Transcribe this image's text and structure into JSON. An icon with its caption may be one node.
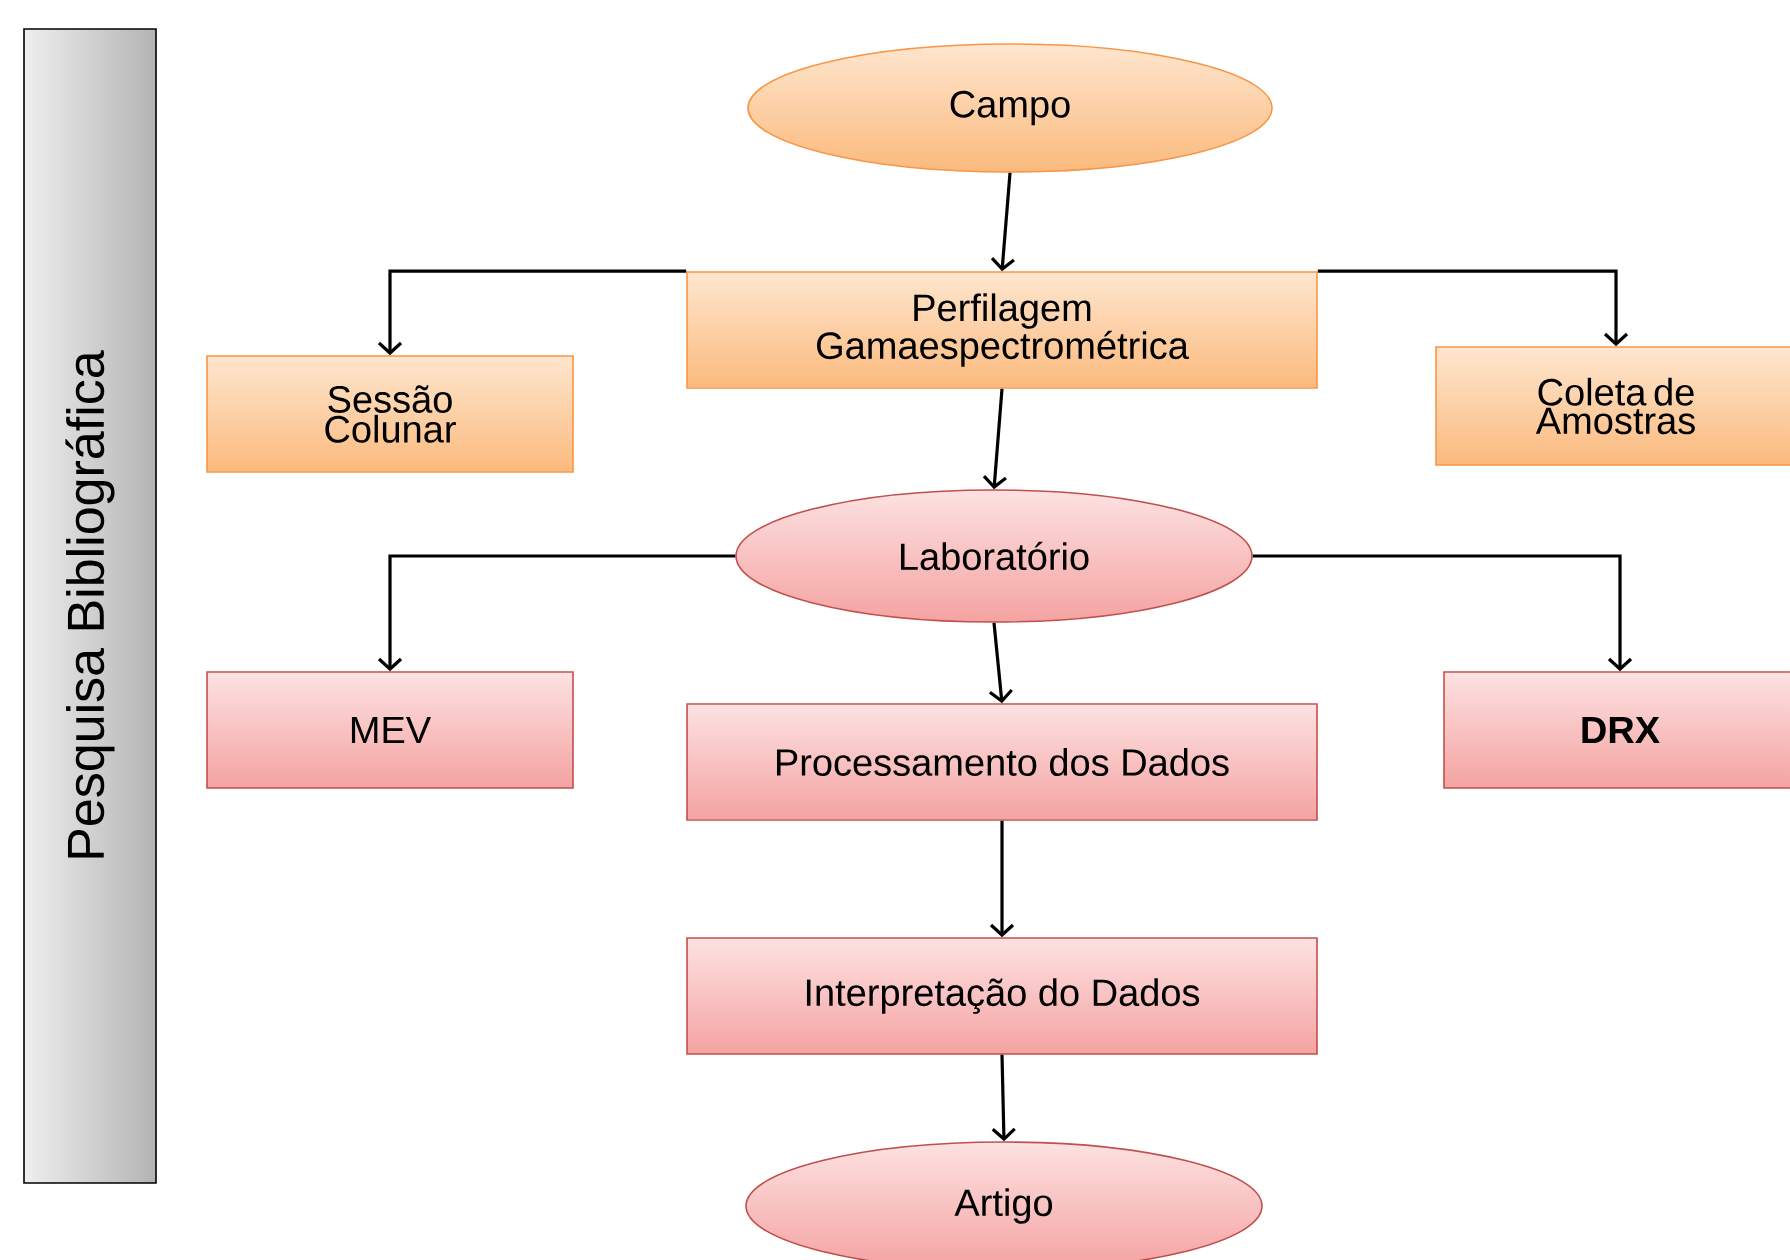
{
  "diagram": {
    "nodes": [
      {
        "text": [
          "Pesquisa Bibliográfica"
        ]
      },
      {
        "text": [
          "Campo"
        ]
      },
      {
        "text": [
          "Perfilagem Gamaespectrométrica"
        ]
      },
      {
        "text": [
          "Sessão Colunar"
        ]
      },
      {
        "text": [
          "Coleta de Amostras"
        ]
      },
      {
        "text": [
          "Laboratório"
        ]
      },
      {
        "text": [
          "MEV"
        ]
      },
      {
        "text": [
          "Processamento dos Dados"
        ]
      },
      {
        "text": [
          "DRX"
        ]
      },
      {
        "text": [
          "Interpretação do Dados"
        ]
      },
      {
        "text": [
          "Artigo"
        ]
      }
    ],
    "edges": [
      {
        "from": 1,
        "to": 2,
        "arrow": "to"
      },
      {
        "from": 2,
        "to": 3,
        "arrow": "to"
      },
      {
        "from": 2,
        "to": 4,
        "arrow": "to"
      },
      {
        "from": 2,
        "to": 5,
        "arrow": "to"
      },
      {
        "from": 5,
        "to": 6,
        "arrow": "to"
      },
      {
        "from": 5,
        "to": 7,
        "arrow": "to"
      },
      {
        "from": 5,
        "to": 8,
        "arrow": "to"
      },
      {
        "from": 7,
        "to": 9,
        "arrow": "to"
      },
      {
        "from": 9,
        "to": 10,
        "arrow": "to"
      }
    ]
  }
}
